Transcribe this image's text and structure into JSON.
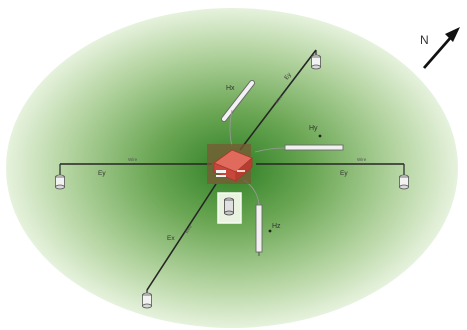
{
  "compass": {
    "label": "N"
  },
  "labels": {
    "hx": "Hx",
    "hy": "Hy",
    "hz": "Hz",
    "ex_left": "Ey",
    "ey_right": "Ey",
    "ex_bottom": "Ex",
    "ey_top": "Ey"
  },
  "wire_labels": {
    "left": "Wire",
    "right": "Wire",
    "top": "Wire",
    "bottom": "Wire"
  },
  "colors": {
    "field_center": "#3d8a2e",
    "field_edge": "#e4f1da",
    "recorder": "#d8584a",
    "wire": "#2a2a2a"
  }
}
